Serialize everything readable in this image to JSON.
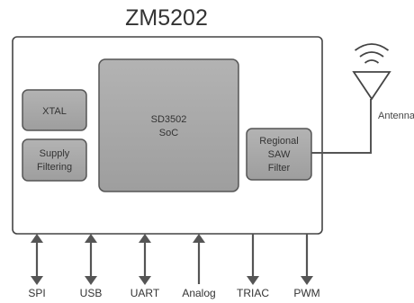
{
  "title": "ZM5202",
  "antenna": {
    "label": "Antenna",
    "icon": "antenna-icon"
  },
  "blocks": {
    "xtal": {
      "label": "XTAL"
    },
    "supply": {
      "line1": "Supply",
      "line2": "Filtering"
    },
    "soc": {
      "line1": "SD3502",
      "line2": "SoC"
    },
    "saw": {
      "line1": "Regional",
      "line2": "SAW",
      "line3": "Filter"
    }
  },
  "pins": [
    {
      "label": "SPI",
      "direction": "bidirectional"
    },
    {
      "label": "USB",
      "direction": "bidirectional"
    },
    {
      "label": "UART",
      "direction": "bidirectional"
    },
    {
      "label": "Analog",
      "direction": "input"
    },
    {
      "label": "TRIAC",
      "direction": "output"
    },
    {
      "label": "PWM",
      "direction": "output"
    }
  ],
  "colors": {
    "block_fill": "#a9a9a9",
    "block_stroke": "#555555",
    "line": "#555555",
    "module_stroke": "#444444"
  }
}
